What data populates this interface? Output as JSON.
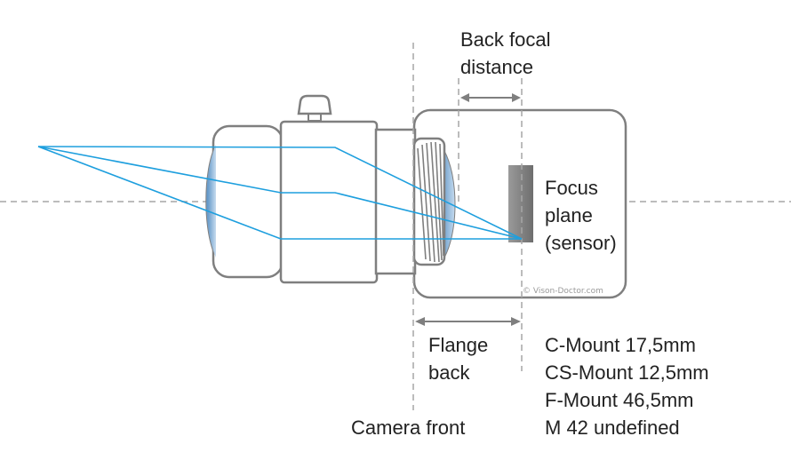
{
  "labels": {
    "back_focal_line1": "Back focal",
    "back_focal_line2": "distance",
    "focus_line1": "Focus",
    "focus_line2": "plane",
    "focus_line3": "(sensor)",
    "flange_line1": "Flange",
    "flange_line2": "back",
    "camera_front": "Camera front"
  },
  "mounts": [
    "C-Mount 17,5mm",
    "CS-Mount 12,5mm",
    "F-Mount 46,5mm",
    "M 42 undefined"
  ],
  "watermark": "© Vison-Doctor.com",
  "colors": {
    "ray": "#1e9fde",
    "outline": "#7f7f7f",
    "dash": "#a6a6a6",
    "lens_glass": "#8fb8dc",
    "sensor": "#8c8c8c"
  }
}
